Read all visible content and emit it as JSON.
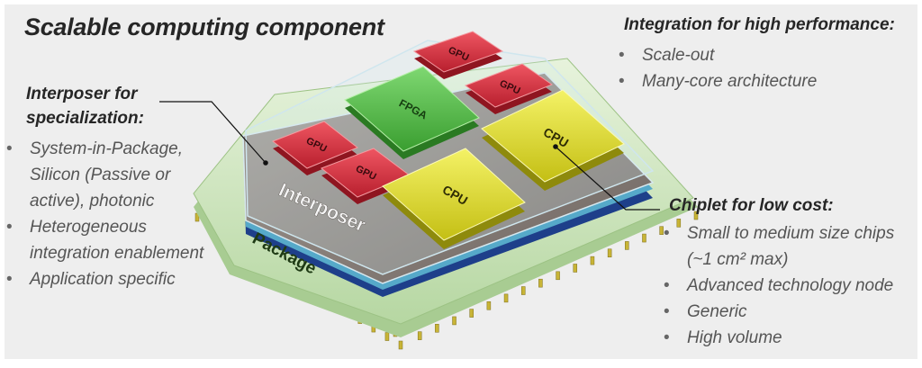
{
  "title": "Scalable computing component",
  "integration": {
    "heading": "Integration for high performance:",
    "bullets": [
      "Scale-out",
      "Many-core architecture"
    ]
  },
  "interposer_note": {
    "heading": "Interposer for specialization:",
    "bullets": [
      "System-in-Package, Silicon (Passive or active), photonic",
      "Heterogeneous integration enablement",
      "Application specific"
    ]
  },
  "chiplet_note": {
    "heading": "Chiplet for low cost:",
    "bullets": [
      "Small to medium size chips (~1 cm² max)",
      "Advanced technology node",
      "Generic",
      "High volume"
    ]
  },
  "diagram": {
    "package_label": "Package",
    "interposer_label": "Interposer",
    "chips": [
      {
        "label": "GPU",
        "kind": "gpu"
      },
      {
        "label": "GPU",
        "kind": "gpu"
      },
      {
        "label": "FPGA",
        "kind": "fpga"
      },
      {
        "label": "GPU",
        "kind": "gpu"
      },
      {
        "label": "GPU",
        "kind": "gpu"
      },
      {
        "label": "CPU",
        "kind": "cpu"
      },
      {
        "label": "CPU",
        "kind": "cpu"
      }
    ],
    "colors": {
      "gpu": "#d8283b",
      "fpga": "#4cbb3e",
      "cpu": "#dcd82a",
      "package": "#d6ecc4",
      "interposer": "#8a7f78",
      "pins": "#c8b436"
    }
  }
}
